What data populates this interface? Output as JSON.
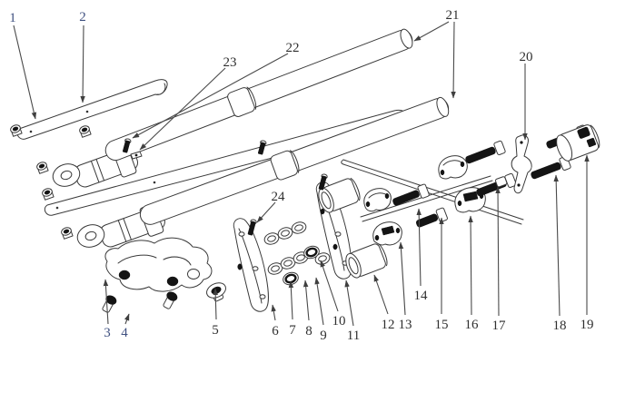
{
  "diagram": {
    "callout_numbers": [
      "1",
      "2",
      "3",
      "4",
      "5",
      "6",
      "7",
      "8",
      "9",
      "10",
      "11",
      "12",
      "13",
      "14",
      "15",
      "16",
      "17",
      "18",
      "19",
      "20",
      "21",
      "22",
      "23",
      "24"
    ],
    "colors": {
      "background": "#ffffff",
      "line": "#3a3a3a",
      "bolt_fill": "#141414",
      "leader": "#4a4a4a",
      "label": "#2f2f2f",
      "label_blue": "#3f5080"
    }
  }
}
